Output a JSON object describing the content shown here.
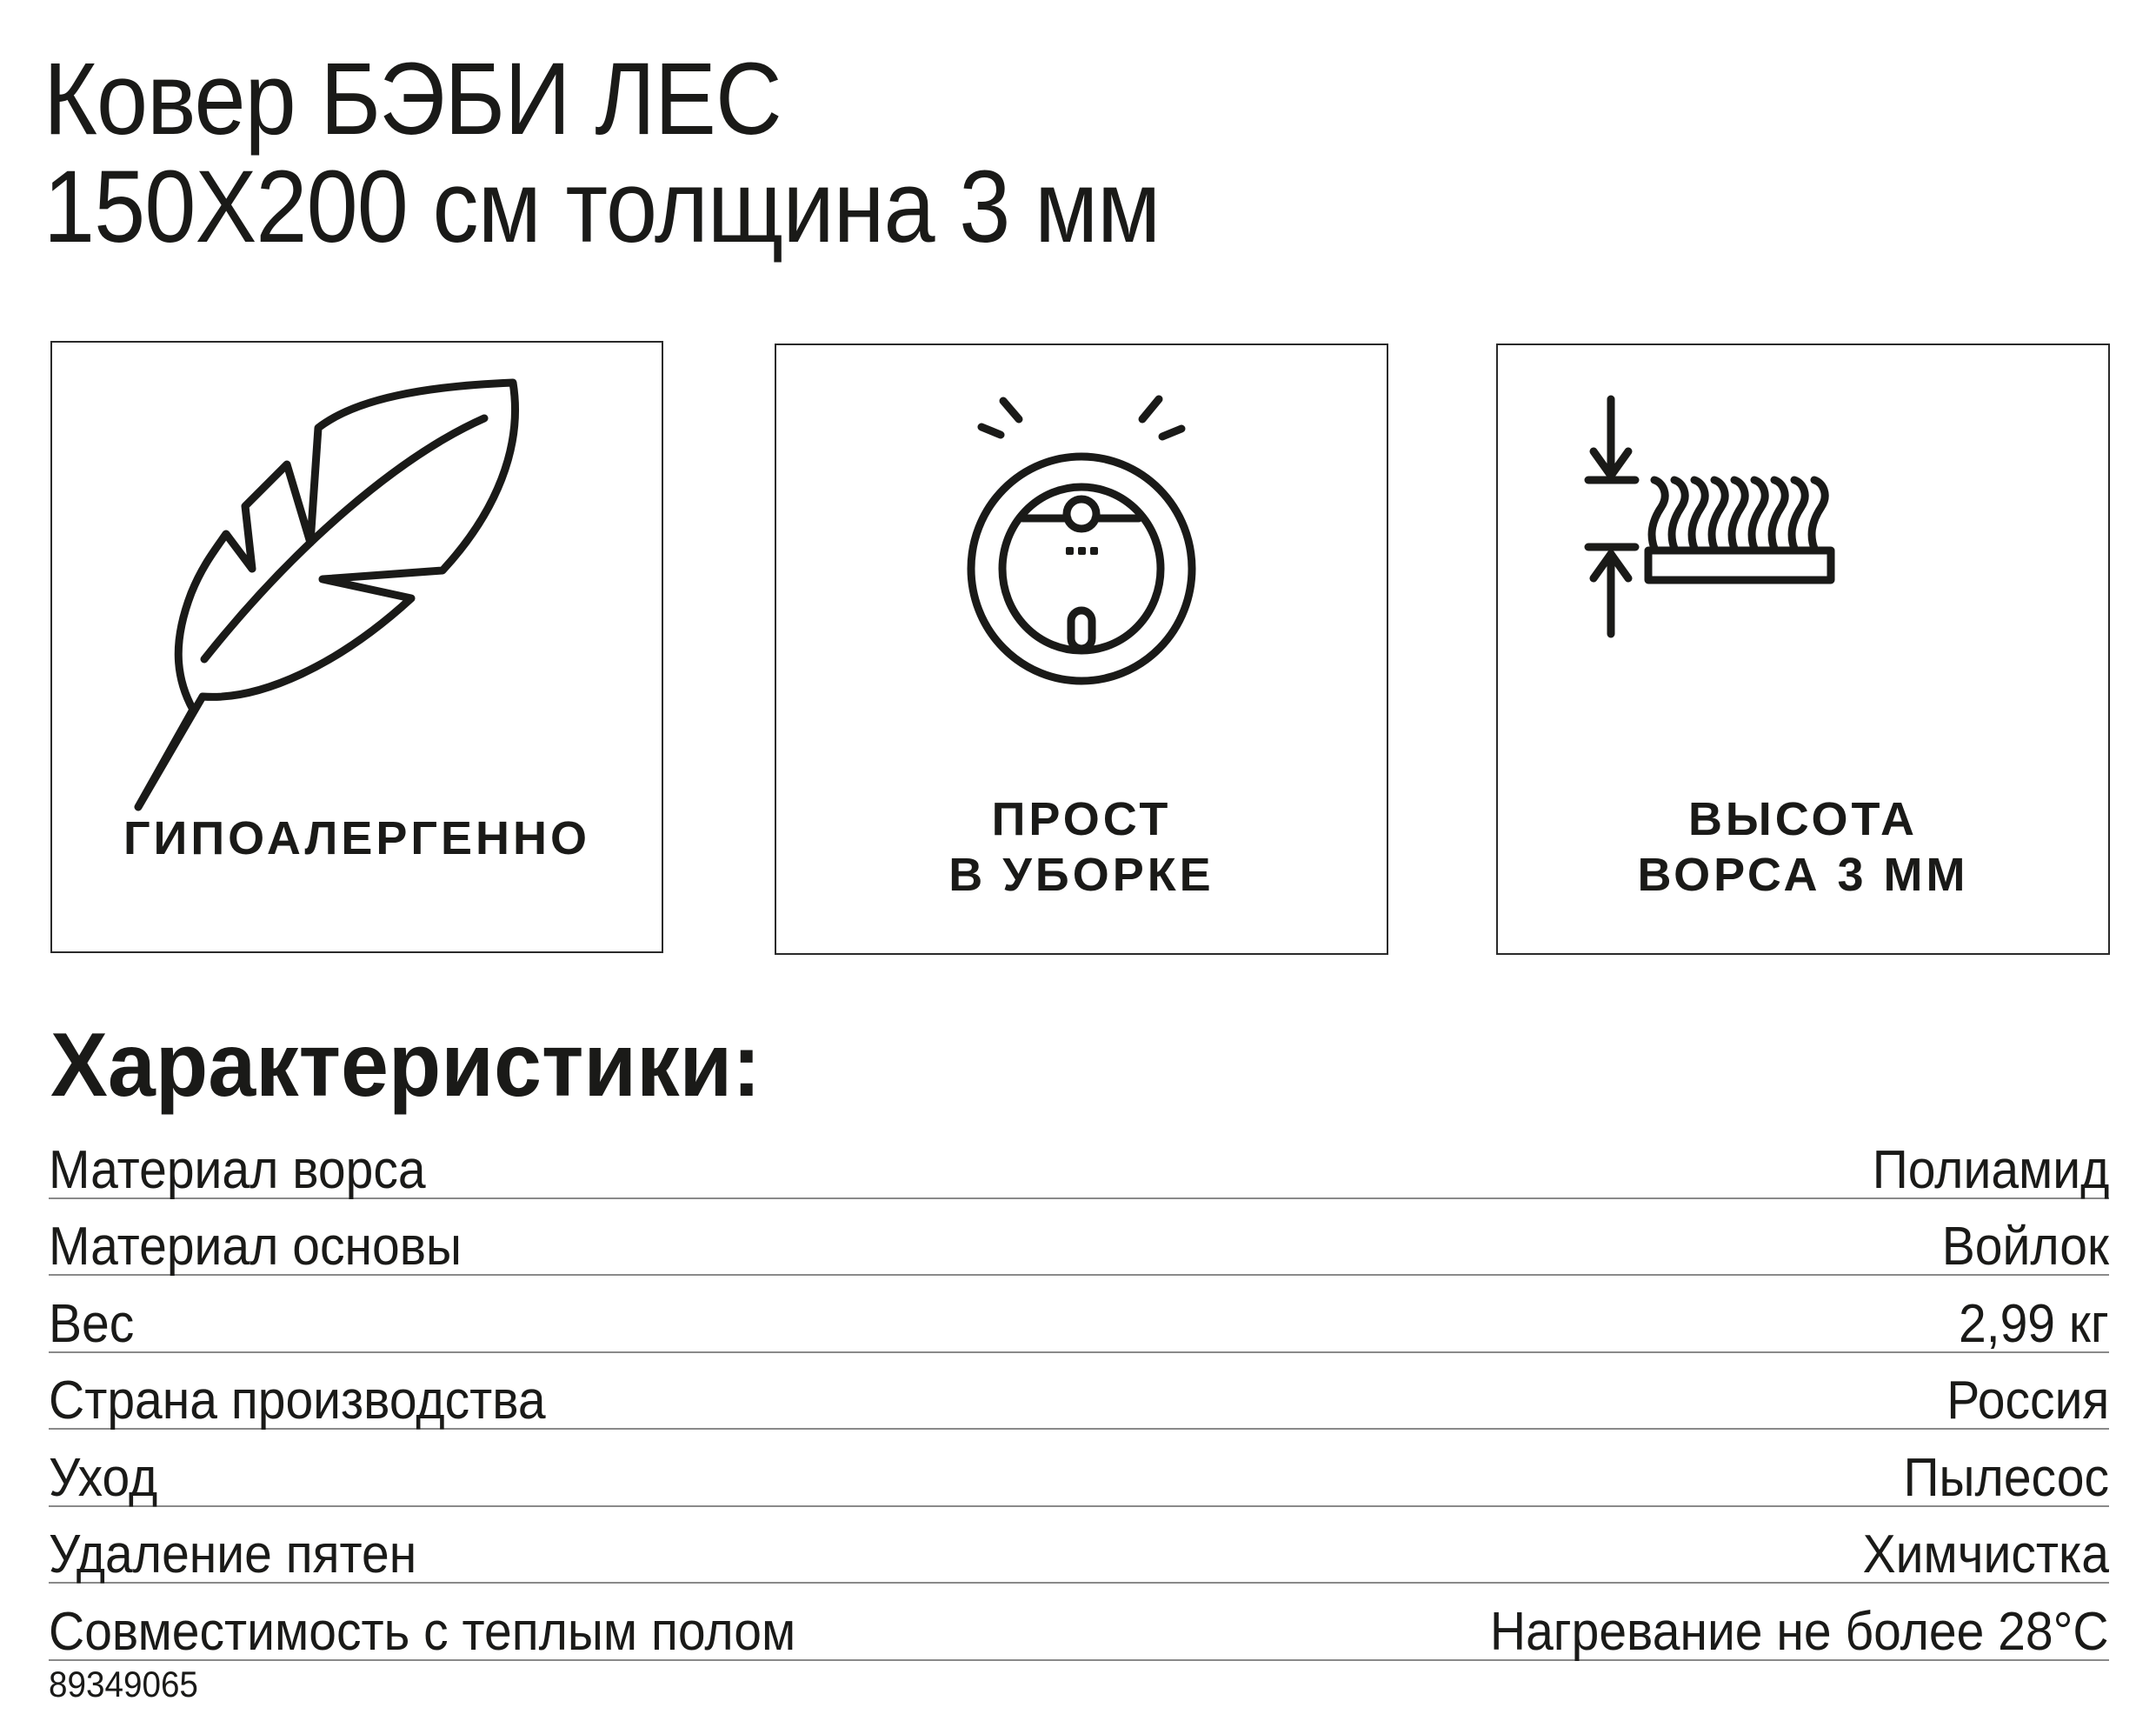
{
  "product": {
    "title_line1": "Ковер БЭБИ ЛЕС",
    "title_line2": "150Х200 см толщина 3 мм"
  },
  "features": [
    {
      "icon": "feather-icon",
      "label_lines": [
        "ГИПОАЛЕРГЕННО"
      ]
    },
    {
      "icon": "robot-vacuum-icon",
      "label_lines": [
        "ПРОСТ",
        "В УБОРКЕ"
      ]
    },
    {
      "icon": "pile-height-icon",
      "label_lines": [
        "ВЫСОТА",
        "ВОРСА 3 ММ"
      ]
    }
  ],
  "specs": {
    "heading": "Характеристики:",
    "rows": [
      {
        "key": "Материал ворса",
        "value": "Полиамид"
      },
      {
        "key": "Материал основы",
        "value": "Войлок"
      },
      {
        "key": "Вес",
        "value": "2,99 кг"
      },
      {
        "key": "Страна производства",
        "value": "Россия"
      },
      {
        "key": "Уход",
        "value": "Пылесос"
      },
      {
        "key": "Удаление пятен",
        "value": "Химчистка"
      },
      {
        "key": "Совместимость с теплым полом",
        "value": "Нагревание не более 28°С"
      }
    ]
  },
  "sku": "89349065",
  "colors": {
    "ink": "#1a1a18",
    "rule": "#8a8a8a",
    "background": "#ffffff"
  }
}
